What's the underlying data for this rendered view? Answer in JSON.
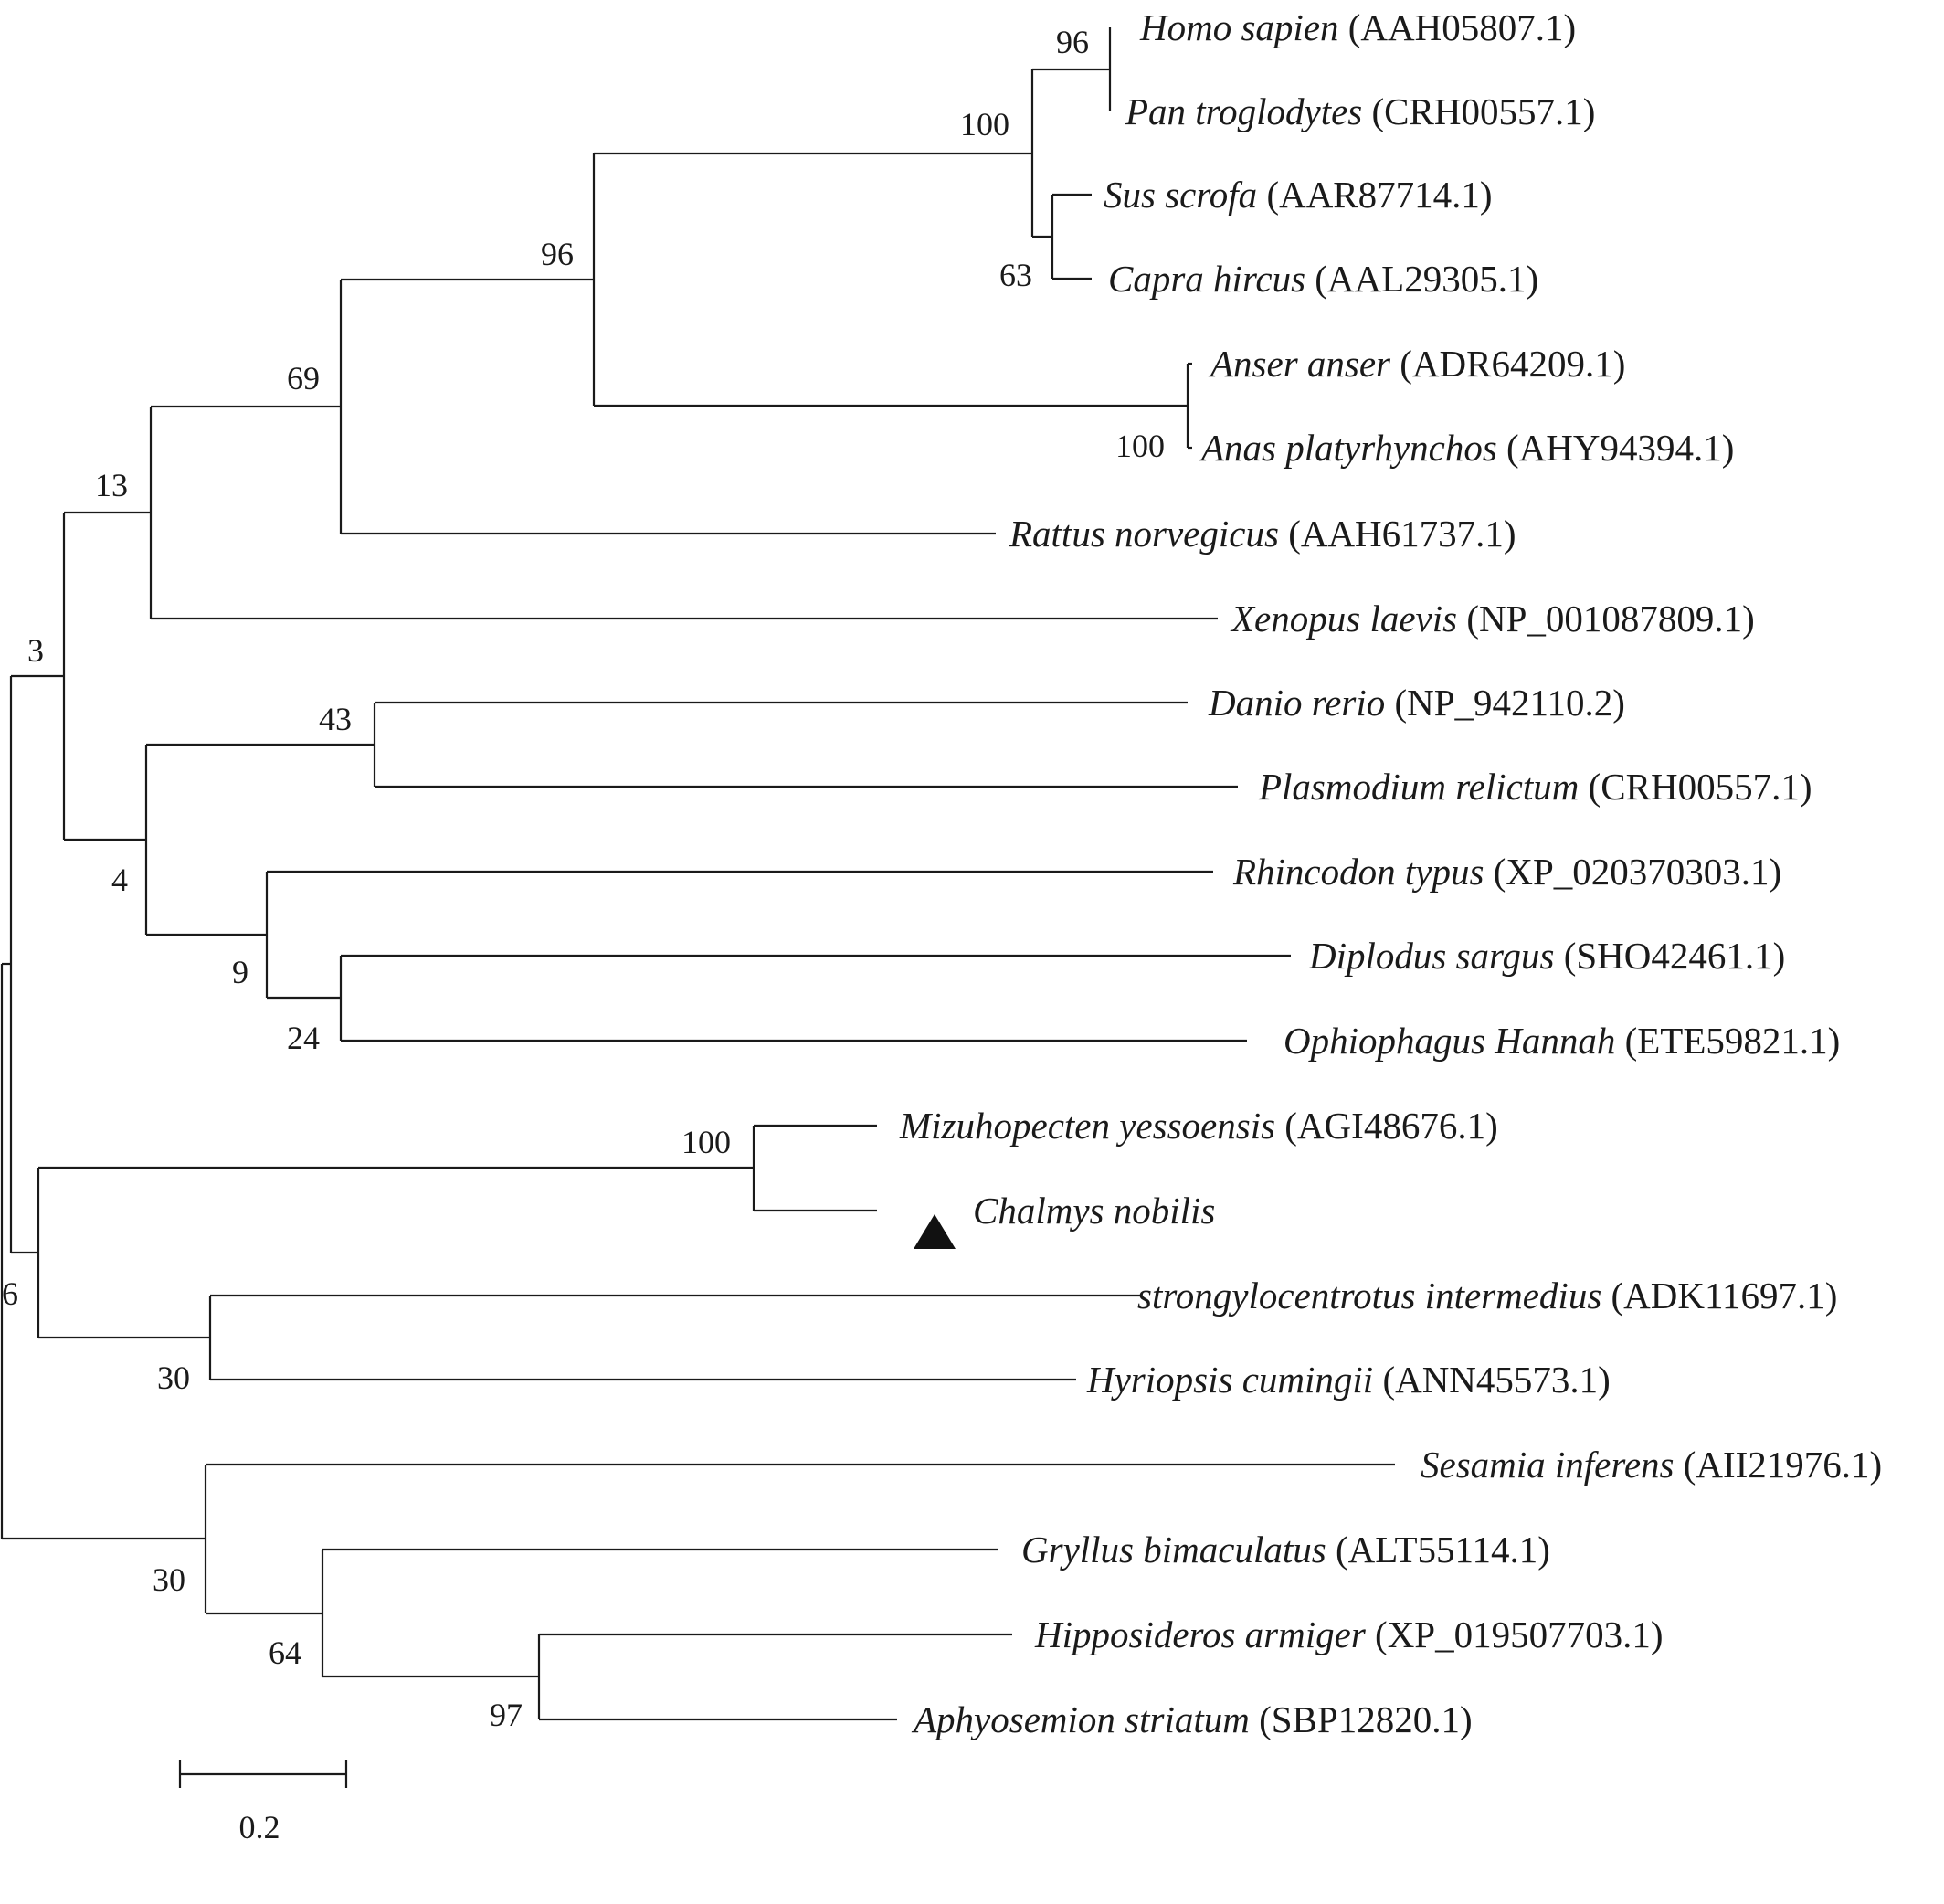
{
  "tree": {
    "taxa": [
      {
        "species": "Homo sapien",
        "accession": "(AAH05807.1)"
      },
      {
        "species": "Pan troglodytes",
        "accession": "(CRH00557.1)"
      },
      {
        "species": "Sus scrofa",
        "accession": "(AAR87714.1)"
      },
      {
        "species": "Capra hircus",
        "accession": "(AAL29305.1)"
      },
      {
        "species": "Anser anser",
        "accession": "(ADR64209.1)"
      },
      {
        "species": "Anas platyrhynchos",
        "accession": "(AHY94394.1)"
      },
      {
        "species": "Rattus norvegicus",
        "accession": "(AAH61737.1)"
      },
      {
        "species": "Xenopus laevis",
        "accession": "(NP_001087809.1)"
      },
      {
        "species": "Danio rerio",
        "accession": "(NP_942110.2)"
      },
      {
        "species": "Plasmodium relictum",
        "accession": "(CRH00557.1)"
      },
      {
        "species": "Rhincodon typus",
        "accession": "(XP_020370303.1)"
      },
      {
        "species": "Diplodus sargus",
        "accession": "(SHO42461.1)"
      },
      {
        "species": "Ophiophagus Hannah",
        "accession": "(ETE59821.1)"
      },
      {
        "species": "Mizuhopecten yessoensis",
        "accession": "(AGI48676.1)"
      },
      {
        "species": "Chalmys nobilis",
        "accession": "",
        "marker": "filled-triangle"
      },
      {
        "species": "strongylocentrotus intermedius",
        "accession": "(ADK11697.1)"
      },
      {
        "species": "Hyriopsis cumingii",
        "accession": "(ANN45573.1)"
      },
      {
        "species": "Sesamia inferens",
        "accession": "(AII21976.1)"
      },
      {
        "species": "Gryllus bimaculatus",
        "accession": "(ALT55114.1)"
      },
      {
        "species": "Hipposideros armiger",
        "accession": "(XP_019507703.1)"
      },
      {
        "species": "Aphyosemion striatum",
        "accession": "(SBP12820.1)"
      }
    ],
    "support_values": [
      "96",
      "100",
      "63",
      "100",
      "96",
      "69",
      "13",
      "3",
      "43",
      "4",
      "9",
      "24",
      "100",
      "30",
      "6",
      "30",
      "64",
      "97"
    ],
    "scale_bar": {
      "value": 0.2,
      "label": "0.2"
    }
  },
  "colors": {
    "line": "#1a1a1a",
    "text": "#1a1a1a",
    "marker": "#111111"
  }
}
